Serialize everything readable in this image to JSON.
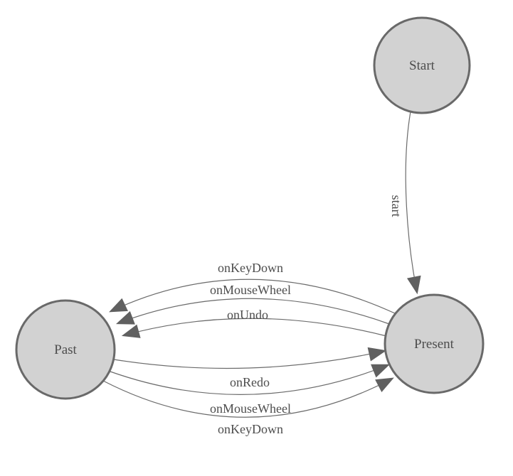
{
  "diagram": {
    "type": "state-machine",
    "colors": {
      "background": "#ffffff",
      "node_fill": "#d2d2d2",
      "node_border": "#696969",
      "edge_line": "#6b6b6b",
      "arrow_fill": "#606060",
      "label_text": "#4d4d4d"
    },
    "nodes": [
      {
        "id": "start",
        "label": "Start"
      },
      {
        "id": "present",
        "label": "Present"
      },
      {
        "id": "past",
        "label": "Past"
      }
    ],
    "edges": [
      {
        "from": "Start",
        "to": "Present",
        "label": "start"
      },
      {
        "from": "Present",
        "to": "Past",
        "label": "onKeyDown"
      },
      {
        "from": "Present",
        "to": "Past",
        "label": "onMouseWheel"
      },
      {
        "from": "Present",
        "to": "Past",
        "label": "onUndo"
      },
      {
        "from": "Past",
        "to": "Present",
        "label": "onRedo"
      },
      {
        "from": "Past",
        "to": "Present",
        "label": "onMouseWheel"
      },
      {
        "from": "Past",
        "to": "Present",
        "label": "onKeyDown"
      }
    ]
  }
}
